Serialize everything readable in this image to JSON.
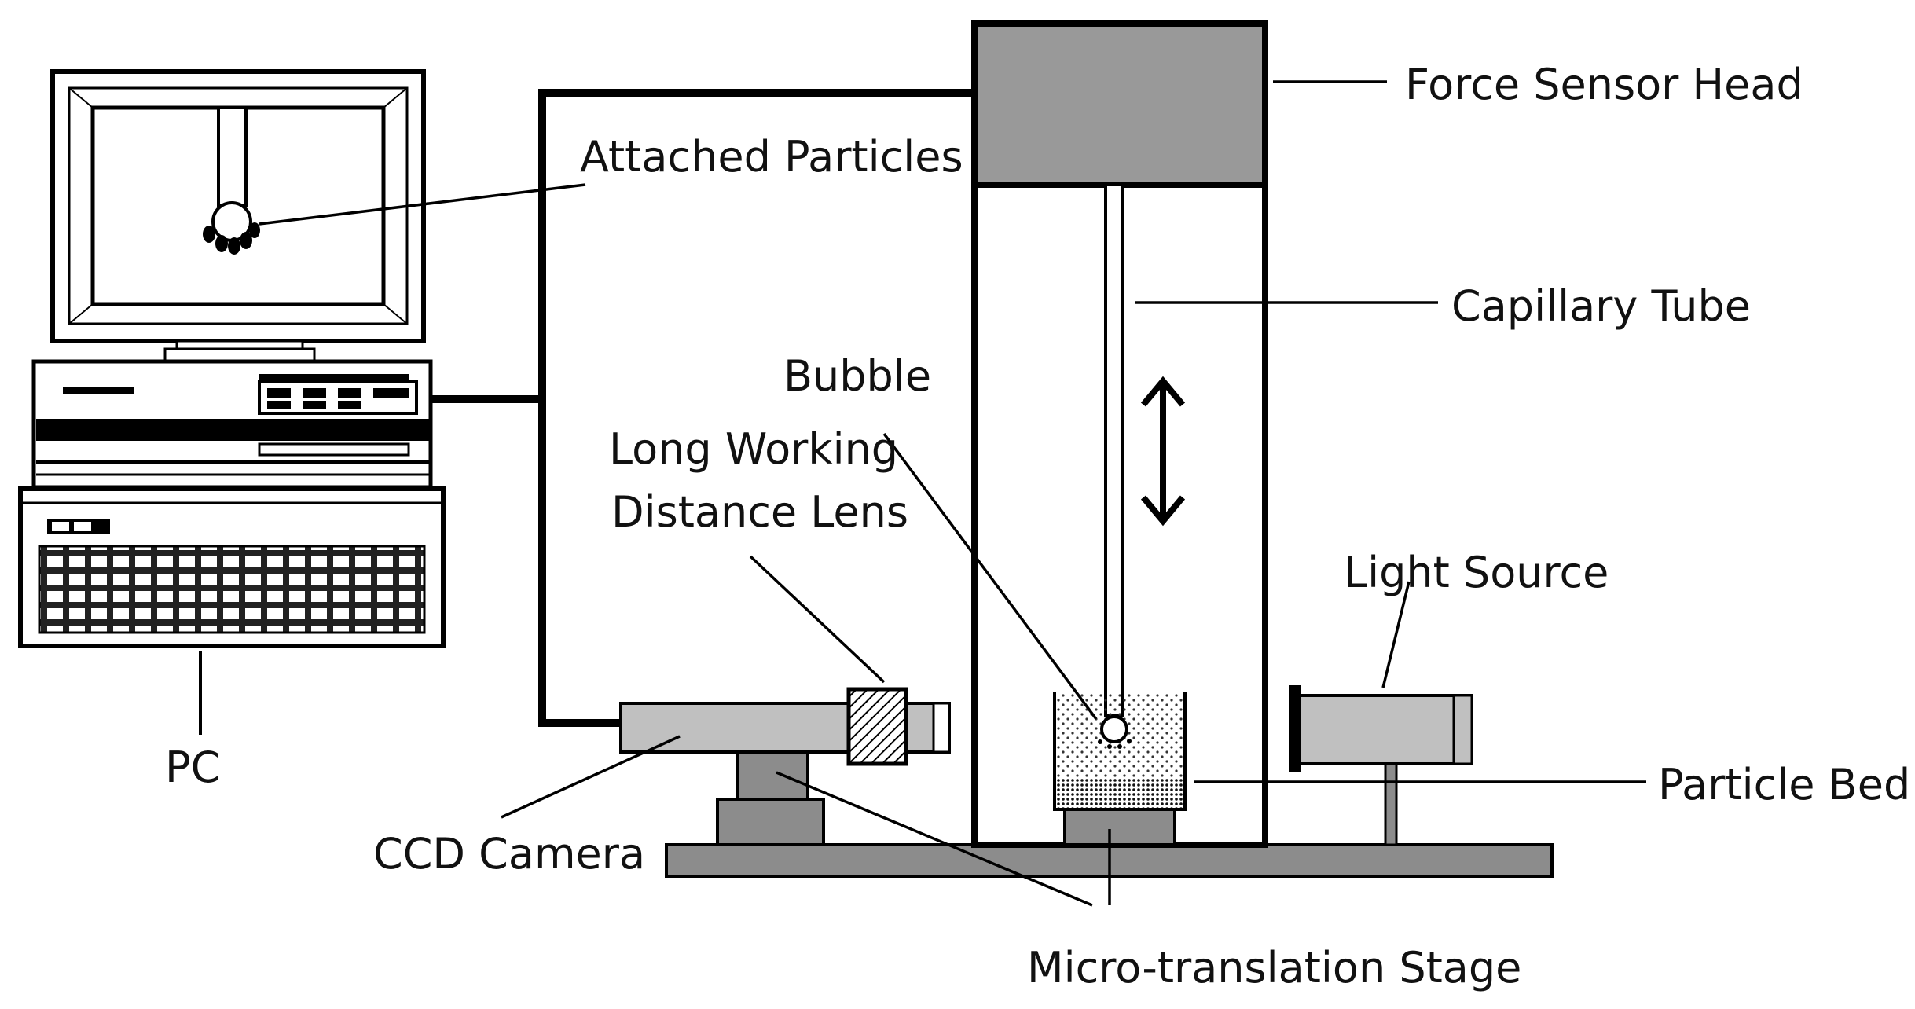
{
  "labels": {
    "force_sensor_head": "Force Sensor Head",
    "attached_particles": "Attached Particles",
    "capillary_tube": "Capillary Tube",
    "bubble": "Bubble",
    "lens_line1": "Long Working",
    "lens_line2": "Distance Lens",
    "light_source": "Light Source",
    "pc": "PC",
    "particle_bed": "Particle Bed",
    "ccd_camera": "CCD Camera",
    "micro_translation_stage": "Micro-translation Stage"
  },
  "colors": {
    "outline": "#000000",
    "sensor_head_fill": "#999999",
    "component_fill": "#c0c0c0",
    "stage_fill": "#8c8c8c"
  }
}
